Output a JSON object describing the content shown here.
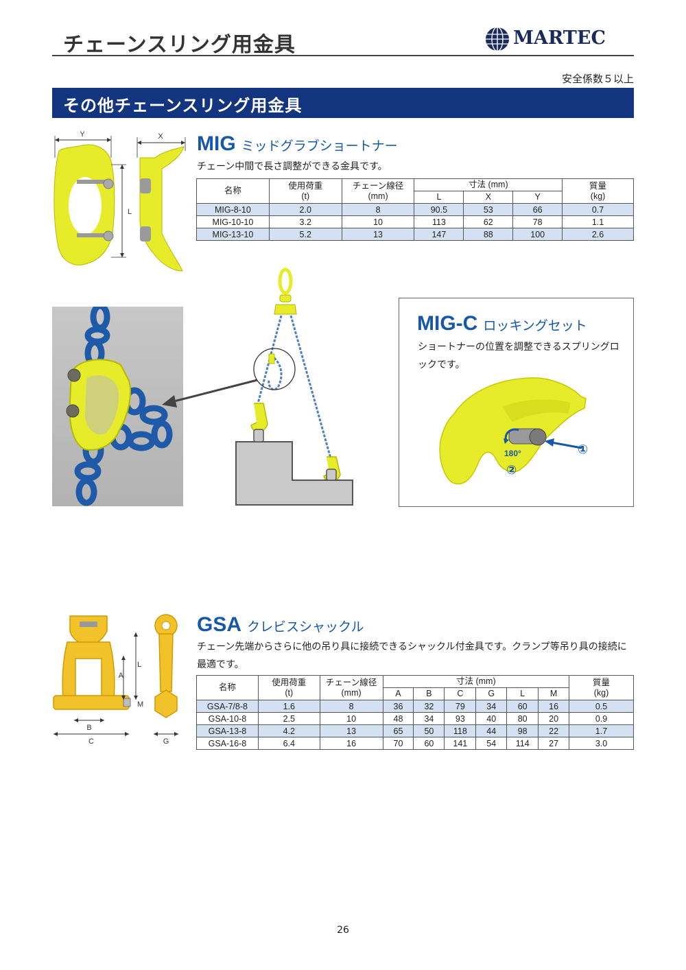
{
  "header": {
    "title": "チェーンスリング用金具",
    "brand": "MARTEC",
    "safety_note": "安全係数５以上"
  },
  "section": {
    "title": "その他チェーンスリング用金具"
  },
  "mig": {
    "code": "MIG",
    "name": "ミッドグラブショートナー",
    "description": "チェーン中間で長さ調整ができる金具です。",
    "dim_labels": {
      "y": "Y",
      "x": "X",
      "l": "L"
    },
    "table": {
      "headers": {
        "name": "名称",
        "load": "使用荷重",
        "load_unit": "(t)",
        "chain": "チェーン線径",
        "chain_unit": "(mm)",
        "dims": "寸法 (mm)",
        "mass": "質量",
        "mass_unit": "(kg)",
        "dim_cols": [
          "L",
          "X",
          "Y"
        ]
      },
      "rows": [
        [
          "MIG-8-10",
          "2.0",
          "8",
          "90.5",
          "53",
          "66",
          "0.7"
        ],
        [
          "MIG-10-10",
          "3.2",
          "10",
          "113",
          "62",
          "78",
          "1.1"
        ],
        [
          "MIG-13-10",
          "5.2",
          "13",
          "147",
          "88",
          "100",
          "2.6"
        ]
      ]
    }
  },
  "migc": {
    "code": "MIG-C",
    "name": "ロッキングセット",
    "description": "ショートナーの位置を調整できるスプリングロックです。",
    "angle_label": "180°",
    "step1": "①",
    "step2": "②"
  },
  "gsa": {
    "code": "GSA",
    "name": "クレビスシャックル",
    "description": "チェーン先端からさらに他の吊り具に接続できるシャックル付金具です。クランプ等吊り具の接続に最適です。",
    "dim_labels": {
      "a": "A",
      "b": "B",
      "c": "C",
      "l": "L",
      "m": "M",
      "g": "G"
    },
    "table": {
      "headers": {
        "name": "名称",
        "load": "使用荷重",
        "load_unit": "(t)",
        "chain": "チェーン線径",
        "chain_unit": "(mm)",
        "dims": "寸法 (mm)",
        "mass": "質量",
        "mass_unit": "(kg)",
        "dim_cols": [
          "A",
          "B",
          "C",
          "G",
          "L",
          "M"
        ]
      },
      "rows": [
        [
          "GSA-7/8-8",
          "1.6",
          "8",
          "36",
          "32",
          "79",
          "34",
          "60",
          "16",
          "0.5"
        ],
        [
          "GSA-10-8",
          "2.5",
          "10",
          "48",
          "34",
          "93",
          "40",
          "80",
          "20",
          "0.9"
        ],
        [
          "GSA-13-8",
          "4.2",
          "13",
          "65",
          "50",
          "118",
          "44",
          "98",
          "22",
          "1.7"
        ],
        [
          "GSA-16-8",
          "6.4",
          "16",
          "70",
          "60",
          "141",
          "54",
          "114",
          "27",
          "3.0"
        ]
      ]
    }
  },
  "footer": {
    "page_number": "26"
  },
  "colors": {
    "brand_navy": "#13357f",
    "product_blue": "#1557a8",
    "row_highlight": "#d4e1f2",
    "fitting_yellow": "#e6ec2a",
    "chain_blue": "#1f5aa8"
  },
  "icons": [
    "martec-globe-logo-icon",
    "arrow-left-icon",
    "arrow-left-blue-icon",
    "rotate-arrow-icon"
  ]
}
